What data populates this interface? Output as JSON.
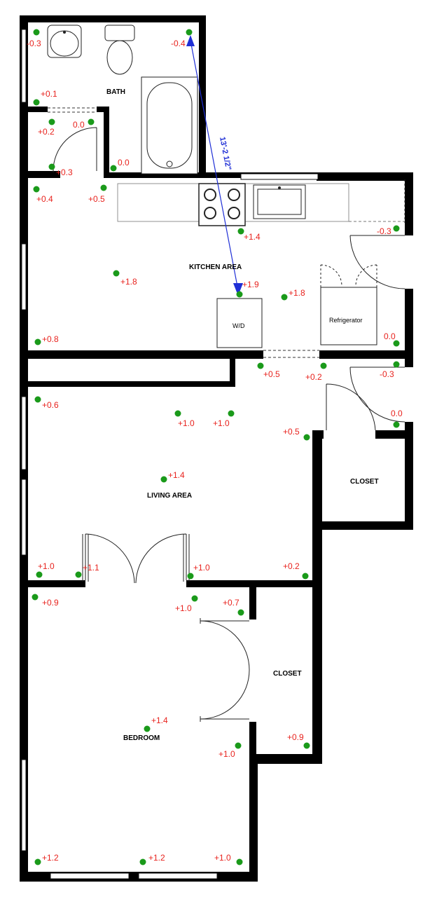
{
  "colors": {
    "reading_text": "#e8231e",
    "reading_dot": "#1a9a1a",
    "measure_line": "#1f2fd6",
    "wall": "#000000"
  },
  "rooms": {
    "bath": "BATH",
    "kitchen": "KITCHEN AREA",
    "living": "LIVING AREA",
    "bedroom": "BEDROOM",
    "closet_a": "CLOSET",
    "closet_b": "CLOSET"
  },
  "fixtures": {
    "washer_dryer": "W/D",
    "refrigerator": "Refrigerator"
  },
  "measurement": {
    "label": "13'-2 1/2\""
  },
  "readings": [
    "-0.3",
    "-0.4",
    "+0.1",
    "+0.2",
    "0.0",
    "+0.3",
    "0.0",
    "+0.4",
    "+0.5",
    "+1.4",
    "-0.3",
    "+1.8",
    "+1.9",
    "+1.8",
    "+0.8",
    "0.0",
    "+0.5",
    "+0.2",
    "-0.3",
    "+0.6",
    "+1.0",
    "+1.0",
    "0.0",
    "+0.5",
    "+1.4",
    "+1.0",
    "+1.1",
    "+1.0",
    "+0.2",
    "+0.9",
    "+1.0",
    "+0.7",
    "+1.4",
    "+1.0",
    "+0.9",
    "+1.2",
    "+1.2",
    "+1.0"
  ]
}
